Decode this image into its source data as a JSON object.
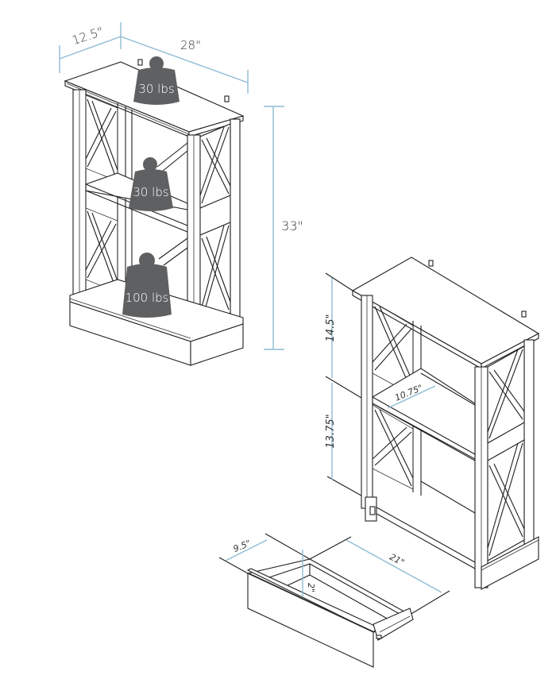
{
  "diagram": {
    "title": "",
    "colors": {
      "line": "#1f1f1f",
      "dimension": "#8fbcd4",
      "weight": "#5f6062",
      "weight_text": "#ffffff",
      "background": "#ffffff"
    },
    "bookcase_front_view": {
      "dimensions": {
        "depth": "12.5\"",
        "width": "28\"",
        "height": "33\""
      },
      "weights": [
        {
          "position": "top",
          "label": "30 lbs"
        },
        {
          "position": "middle-shelf",
          "label": "30 lbs"
        },
        {
          "position": "bottom-shelf",
          "label": "100 lbs"
        }
      ]
    },
    "bookcase_side_view": {
      "dimensions": {
        "upper_shelf_height": "14.5\"",
        "lower_shelf_height": "13.75\"",
        "shelf_depth": "10.75\""
      }
    },
    "drawer": {
      "dimensions": {
        "depth": "9.5\"",
        "width": "21\"",
        "height": "2\""
      }
    }
  }
}
